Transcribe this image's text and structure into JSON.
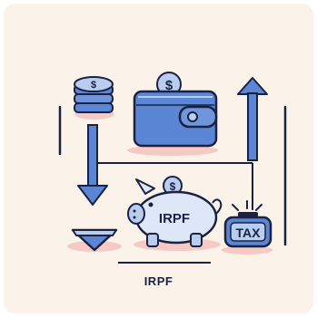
{
  "caption": "IRPF",
  "piggy_label": "IRPF",
  "tax_label": "TAX",
  "coin_symbol": "$",
  "icons": {
    "coin_stack": "coin-stack-icon",
    "wallet": "wallet-icon",
    "piggy_bank": "piggy-bank-icon",
    "tax_box": "tax-box-icon",
    "up_arrow": "up-arrow-icon",
    "down_arrow": "down-arrow-icon",
    "funnel": "funnel-icon"
  },
  "colors": {
    "background": "#fbf3ea",
    "primary_blue": "#5b86d6",
    "light_blue": "#b9cdf0",
    "outline": "#1b2240",
    "shadow_pink": "#f6c9c4"
  }
}
